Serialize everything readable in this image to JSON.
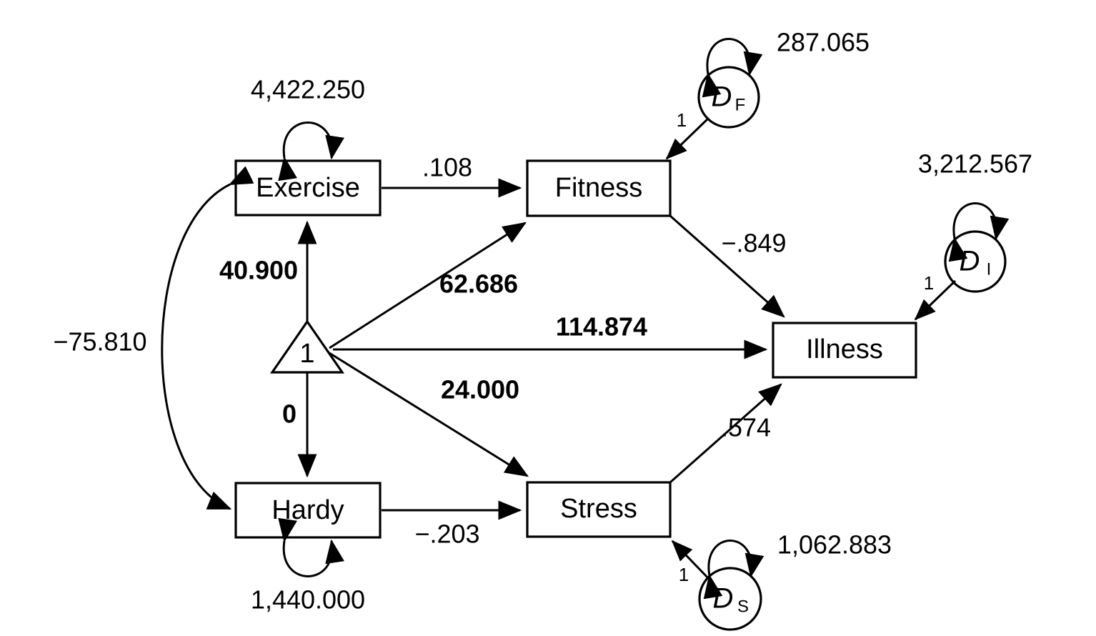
{
  "diagram": {
    "title": "Path model with unstandardized estimates",
    "type": "structural-equation-model",
    "nodes": {
      "exercise": {
        "label": "Exercise",
        "shape": "rect"
      },
      "fitness": {
        "label": "Fitness",
        "shape": "rect"
      },
      "hardy": {
        "label": "Hardy",
        "shape": "rect"
      },
      "stress": {
        "label": "Stress",
        "shape": "rect"
      },
      "illness": {
        "label": "Illness",
        "shape": "rect"
      },
      "constant": {
        "label": "1",
        "shape": "triangle"
      },
      "d_fitness": {
        "label": "D",
        "subscript": "F",
        "shape": "circle"
      },
      "d_illness": {
        "label": "D",
        "subscript": "I",
        "shape": "circle"
      },
      "d_stress": {
        "label": "D",
        "subscript": "S",
        "shape": "circle"
      }
    },
    "variances": {
      "exercise": "4,422.250",
      "hardy": "1,440.000",
      "d_fitness": "287.065",
      "d_illness": "3,212.567",
      "d_stress": "1,062.883"
    },
    "covariances": {
      "exercise_hardy": "−75.810"
    },
    "paths": {
      "exercise_to_fitness": ".108",
      "fitness_to_illness": "−.849",
      "hardy_to_stress": "−.203",
      "stress_to_illness": ".574",
      "constant_to_exercise": "40.900",
      "constant_to_hardy": "0",
      "constant_to_fitness": "62.686",
      "constant_to_illness": "114.874",
      "constant_to_stress": "24.000"
    },
    "fixed_loadings": {
      "d_fitness_to_fitness": "1",
      "d_illness_to_illness": "1",
      "d_stress_to_stress": "1"
    },
    "colors": {
      "stroke": "#000000",
      "fill": "#ffffff",
      "text": "#000000"
    }
  }
}
